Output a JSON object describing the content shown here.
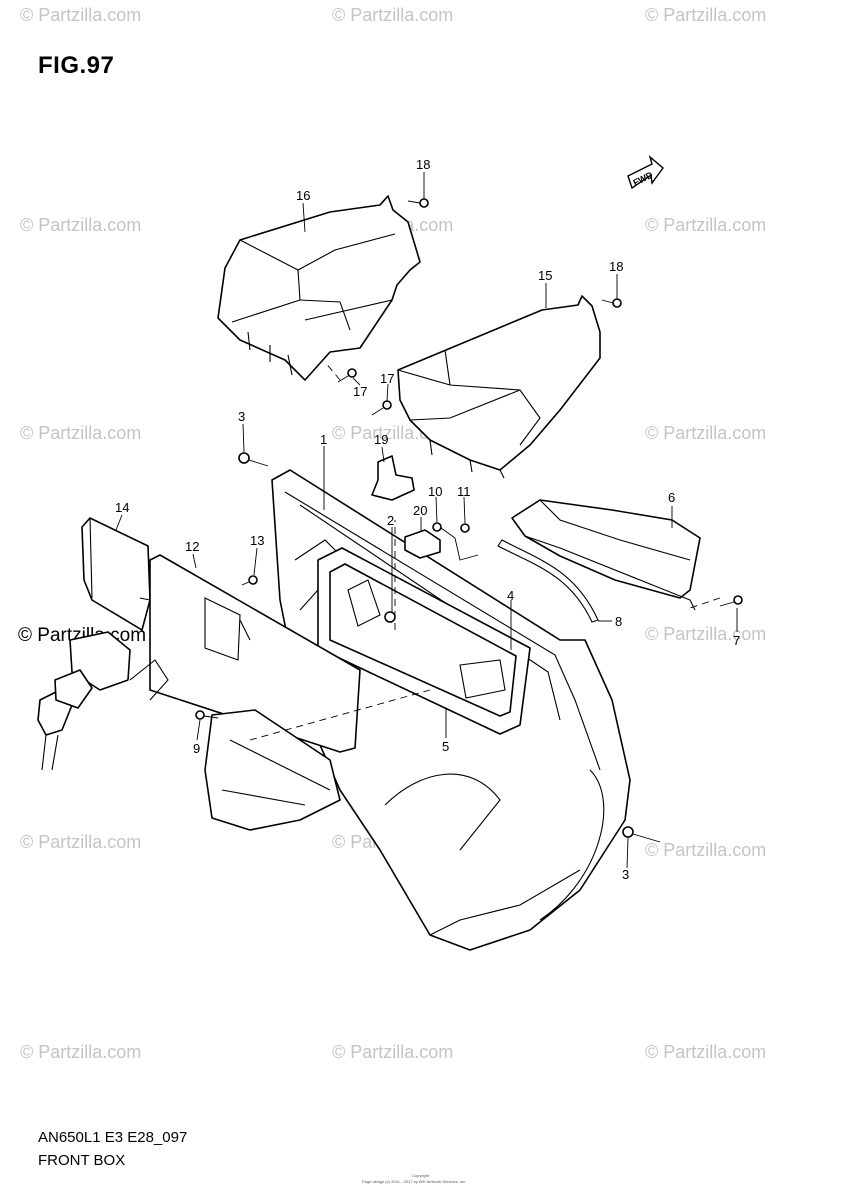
{
  "figure": {
    "title": "FIG.97"
  },
  "watermark": {
    "text": "© Partzilla.com"
  },
  "footer": {
    "code": "AN650L1 E3 E28_097",
    "caption": "FRONT BOX",
    "copyright_line1": "Copyright",
    "copyright_line2": "Page design (c) 2001 - 2017 by ARI Network Services, Inc."
  },
  "diagram": {
    "fwd_label": "FWD",
    "callouts": {
      "c1": "1",
      "c2": "2",
      "c3a": "3",
      "c3b": "3",
      "c4": "4",
      "c5": "5",
      "c6": "6",
      "c7": "7",
      "c8": "8",
      "c9": "9",
      "c10": "10",
      "c11": "11",
      "c12": "12",
      "c13": "13",
      "c14": "14",
      "c15": "15",
      "c16": "16",
      "c17a": "17",
      "c17b": "17",
      "c18a": "18",
      "c18b": "18",
      "c19": "19",
      "c20": "20"
    }
  }
}
